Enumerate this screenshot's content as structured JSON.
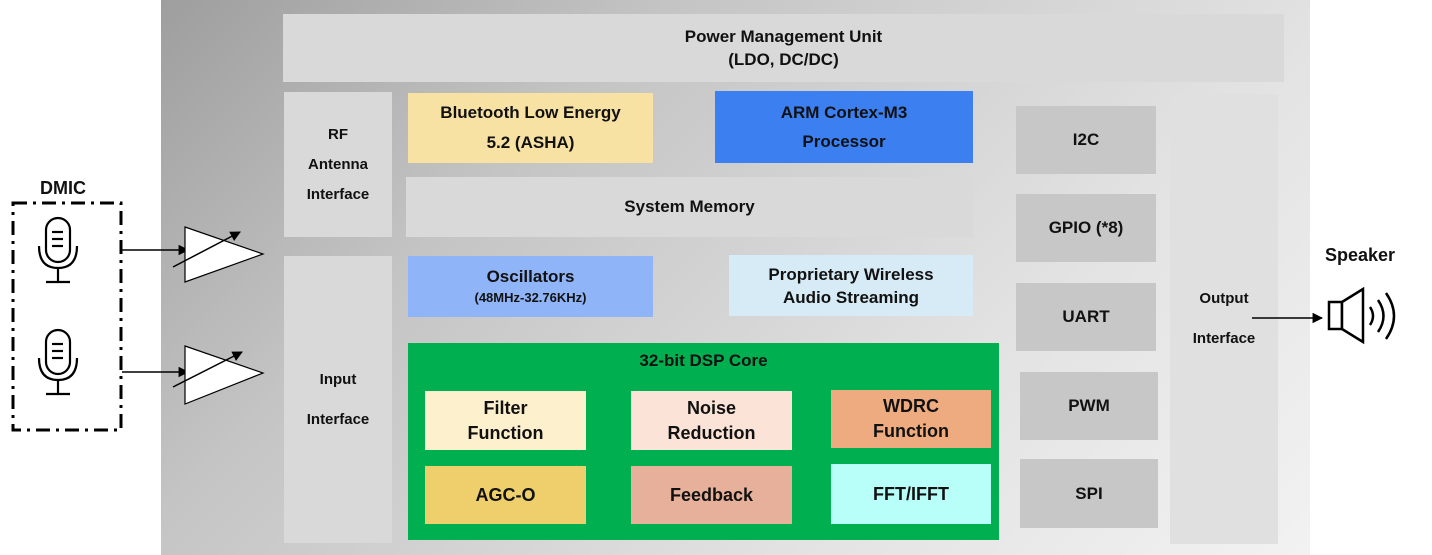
{
  "pmu": {
    "title": "Power Management Unit",
    "subtitle": "(LDO, DC/DC)"
  },
  "rf": {
    "lines": [
      "RF",
      "Antenna",
      "Interface"
    ]
  },
  "input_if": {
    "lines": [
      "Input",
      "Interface"
    ]
  },
  "output_if": {
    "lines": [
      "Output",
      "Interface"
    ]
  },
  "ble": {
    "line1": "Bluetooth Low Energy",
    "line2": "5.2 (ASHA)"
  },
  "arm": {
    "line1": "ARM Cortex-M3",
    "line2": "Processor"
  },
  "memory": {
    "label": "System Memory"
  },
  "osc": {
    "line1": "Oscillators",
    "line2": "(48MHz-32.76KHz)"
  },
  "wireless": {
    "line1": "Proprietary Wireless",
    "line2": "Audio Streaming"
  },
  "dsp": {
    "title": "32-bit DSP Core",
    "blocks": [
      {
        "line1": "Filter",
        "line2": "Function"
      },
      {
        "line1": "Noise",
        "line2": "Reduction"
      },
      {
        "line1": "WDRC",
        "line2": "Function"
      },
      {
        "line1": "AGC-O",
        "line2": ""
      },
      {
        "line1": "Feedback",
        "line2": ""
      },
      {
        "line1": "FFT/IFFT",
        "line2": ""
      }
    ]
  },
  "peripherals": [
    "I2C",
    "GPIO (*8)",
    "UART",
    "PWM",
    "SPI"
  ],
  "dmic": {
    "label": "DMIC"
  },
  "speaker": {
    "label": "Speaker"
  },
  "colors": {
    "ble": "#f7e1a3",
    "arm": "#3b7ff0",
    "osc": "#8fb4f7",
    "wireless": "#d6ebf5",
    "dsp": "#00b050",
    "filter": "#fdf0cd",
    "noise": "#fbe3d7",
    "wdrc": "#eeab7f",
    "agc": "#efcf6c",
    "feedback": "#e7b09a",
    "fft": "#b7fff8"
  }
}
